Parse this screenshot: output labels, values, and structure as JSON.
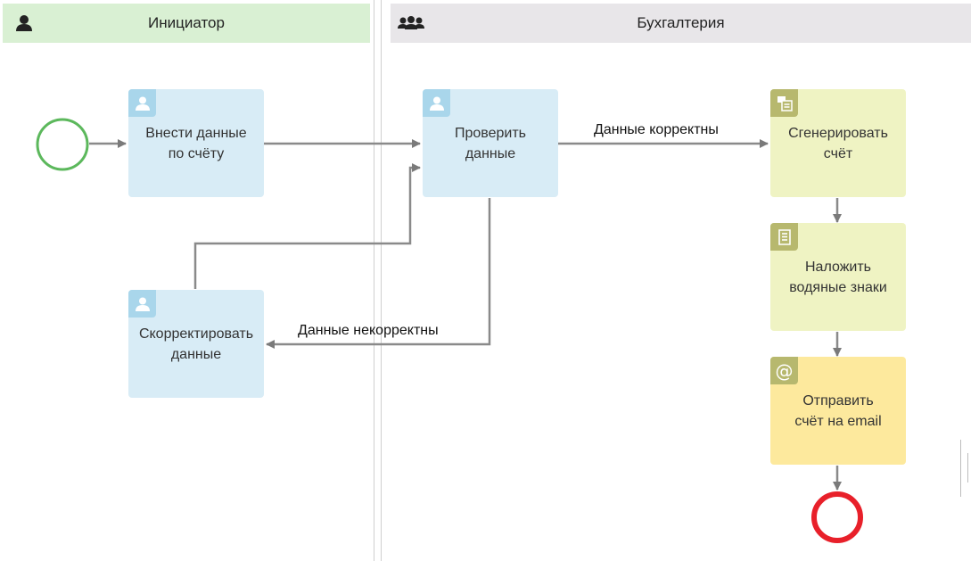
{
  "lanes": [
    {
      "name": "Инициатор",
      "icon": "user-icon",
      "color": "#d9f0d3"
    },
    {
      "name": "Бухгалтерия",
      "icon": "group-icon",
      "color": "#e8e6e9"
    }
  ],
  "tasks": {
    "enter_data": {
      "label": "Внести данные\nпо счёту",
      "type": "user"
    },
    "verify_data": {
      "label": "Проверить\nданные",
      "type": "user"
    },
    "correct_data": {
      "label": "Скорректировать\nданные",
      "type": "user"
    },
    "generate_invoice": {
      "label": "Сгенерировать\nсчёт",
      "type": "script"
    },
    "apply_watermarks": {
      "label": "Наложить\nводяные знаки",
      "type": "script"
    },
    "send_email": {
      "label": "Отправить\nсчёт на email",
      "type": "mail"
    }
  },
  "flows": {
    "correct_label": "Данные корректны",
    "incorrect_label": "Данные некорректны"
  },
  "events": {
    "start_color": "#5cb85c",
    "end_color": "#e8202a"
  }
}
